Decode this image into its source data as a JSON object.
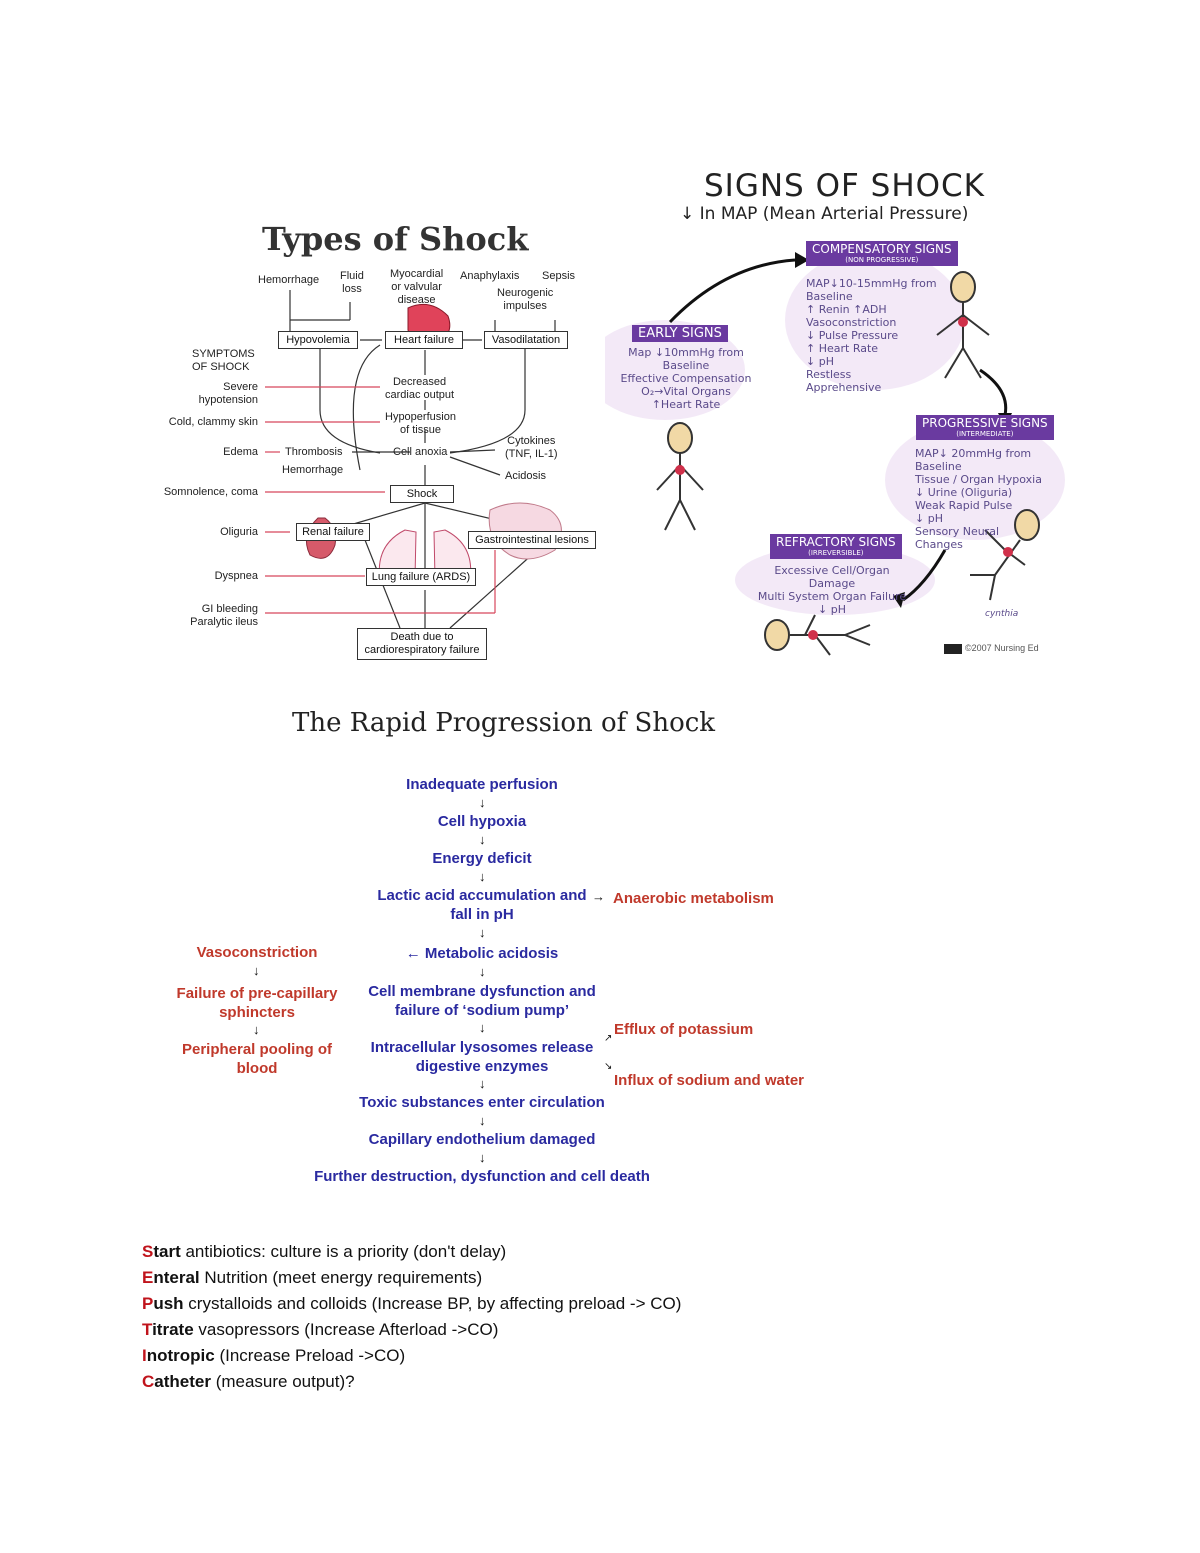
{
  "types_of_shock": {
    "title": "Types of Shock",
    "causes": {
      "hemorrhage": "Hemorrhage",
      "fluid_loss": "Fluid\nloss",
      "myocardial": "Myocardial\nor valvular\ndisease",
      "anaphylaxis": "Anaphylaxis",
      "sepsis": "Sepsis",
      "neurogenic": "Neurogenic\nimpulses"
    },
    "boxes": {
      "hypovolemia": "Hypovolemia",
      "heart_failure": "Heart failure",
      "vasodilatation": "Vasodilatation",
      "shock": "Shock",
      "renal_failure": "Renal failure",
      "gi_lesions": "Gastrointestinal lesions",
      "lung_failure": "Lung failure (ARDS)",
      "death": "Death due to\ncardiorespiratory failure"
    },
    "chain": {
      "decreased_output": "Decreased\ncardiac output",
      "hypoperfusion": "Hypoperfusion\nof tissue",
      "cell_anoxia": "Cell anoxia",
      "thrombosis": "Thrombosis",
      "hemorrhage2": "Hemorrhage",
      "cytokines": "Cytokines\n(TNF, IL-1)",
      "acidosis": "Acidosis"
    },
    "symptoms_heading": "SYMPTOMS\nOF SHOCK",
    "symptoms": {
      "hypotension": "Severe\nhypotension",
      "cold_skin": "Cold, clammy skin",
      "edema": "Edema",
      "somnolence": "Somnolence, coma",
      "oliguria": "Oliguria",
      "dyspnea": "Dyspnea",
      "gi_bleeding": "GI bleeding\nParalytic ileus"
    }
  },
  "signs_of_shock": {
    "title": "SIGNS OF SHOCK",
    "subtitle": "↓ In MAP (Mean Arterial Pressure)",
    "compensatory": {
      "label": "COMPENSATORY SIGNS",
      "sub": "(NON PROGRESSIVE)",
      "text": "MAP↓10-15mmHg from\nBaseline\n↑ Renin  ↑ADH\nVasoconstriction\n↓ Pulse Pressure\n↑ Heart Rate\n↓ pH\nRestless\nApprehensive"
    },
    "early": {
      "label": "EARLY SIGNS",
      "text": "Map ↓10mmHg from\nBaseline\nEffective Compensation\nO₂→Vital Organs\n↑Heart Rate"
    },
    "progressive": {
      "label": "PROGRESSIVE SIGNS",
      "sub": "(INTERMEDIATE)",
      "text": "MAP↓ 20mmHg from\nBaseline\nTissue / Organ Hypoxia\n↓ Urine (Oliguria)\nWeak Rapid Pulse\n↓ pH\nSensory Neural\nChanges"
    },
    "refractory": {
      "label": "REFRACTORY SIGNS",
      "sub": "(IRREVERSIBLE)",
      "text": "Excessive Cell/Organ\nDamage\nMulti System Organ Failure\n↓ pH"
    },
    "signature": "cynthia",
    "credit": "©2007 Nursing Ed"
  },
  "rapid_progression": {
    "title": "The Rapid Progression of Shock",
    "main": {
      "inadequate_perfusion": "Inadequate perfusion",
      "cell_hypoxia": "Cell hypoxia",
      "energy_deficit": "Energy deficit",
      "lactic_acid": "Lactic acid accumulation and\nfall in pH",
      "metabolic_acidosis": "← Metabolic acidosis",
      "cell_membrane": "Cell membrane dysfunction and\nfailure of ‘sodium pump’",
      "lysosomes": "Intracellular lysosomes release\ndigestive enzymes",
      "toxic": "Toxic substances enter circulation",
      "capillary": "Capillary endothelium damaged",
      "further": "Further destruction, dysfunction and cell death"
    },
    "side": {
      "anaerobic": "Anaerobic metabolism",
      "vasoconstriction": "Vasoconstriction",
      "precapillary": "Failure of pre-capillary\nsphincters",
      "pooling": "Peripheral pooling of\nblood",
      "efflux": "Efflux of potassium",
      "influx": "Influx of sodium and water"
    }
  },
  "mnemonic": [
    {
      "letter": "S",
      "bold_rest": "tart",
      "text": " antibiotics: culture is a priority (don't delay)"
    },
    {
      "letter": "E",
      "bold_rest": "nteral",
      "text": " Nutrition (meet energy requirements)"
    },
    {
      "letter": "P",
      "bold_rest": "ush",
      "text": " crystalloids and colloids (Increase BP, by affecting preload -> CO)"
    },
    {
      "letter": "T",
      "bold_rest": "itrate",
      "text": " vasopressors (Increase Afterload ->CO)"
    },
    {
      "letter": "I",
      "bold_rest": "notropic",
      "text": " (Increase Preload ->CO)"
    },
    {
      "letter": "C",
      "bold_rest": "atheter",
      "text": " (measure output)?"
    }
  ],
  "colors": {
    "flow_blue": "#2a2aa0",
    "flow_red": "#c0392b",
    "badge_purple": "#6a3aa0",
    "mnemonic_red": "#c0141c"
  }
}
